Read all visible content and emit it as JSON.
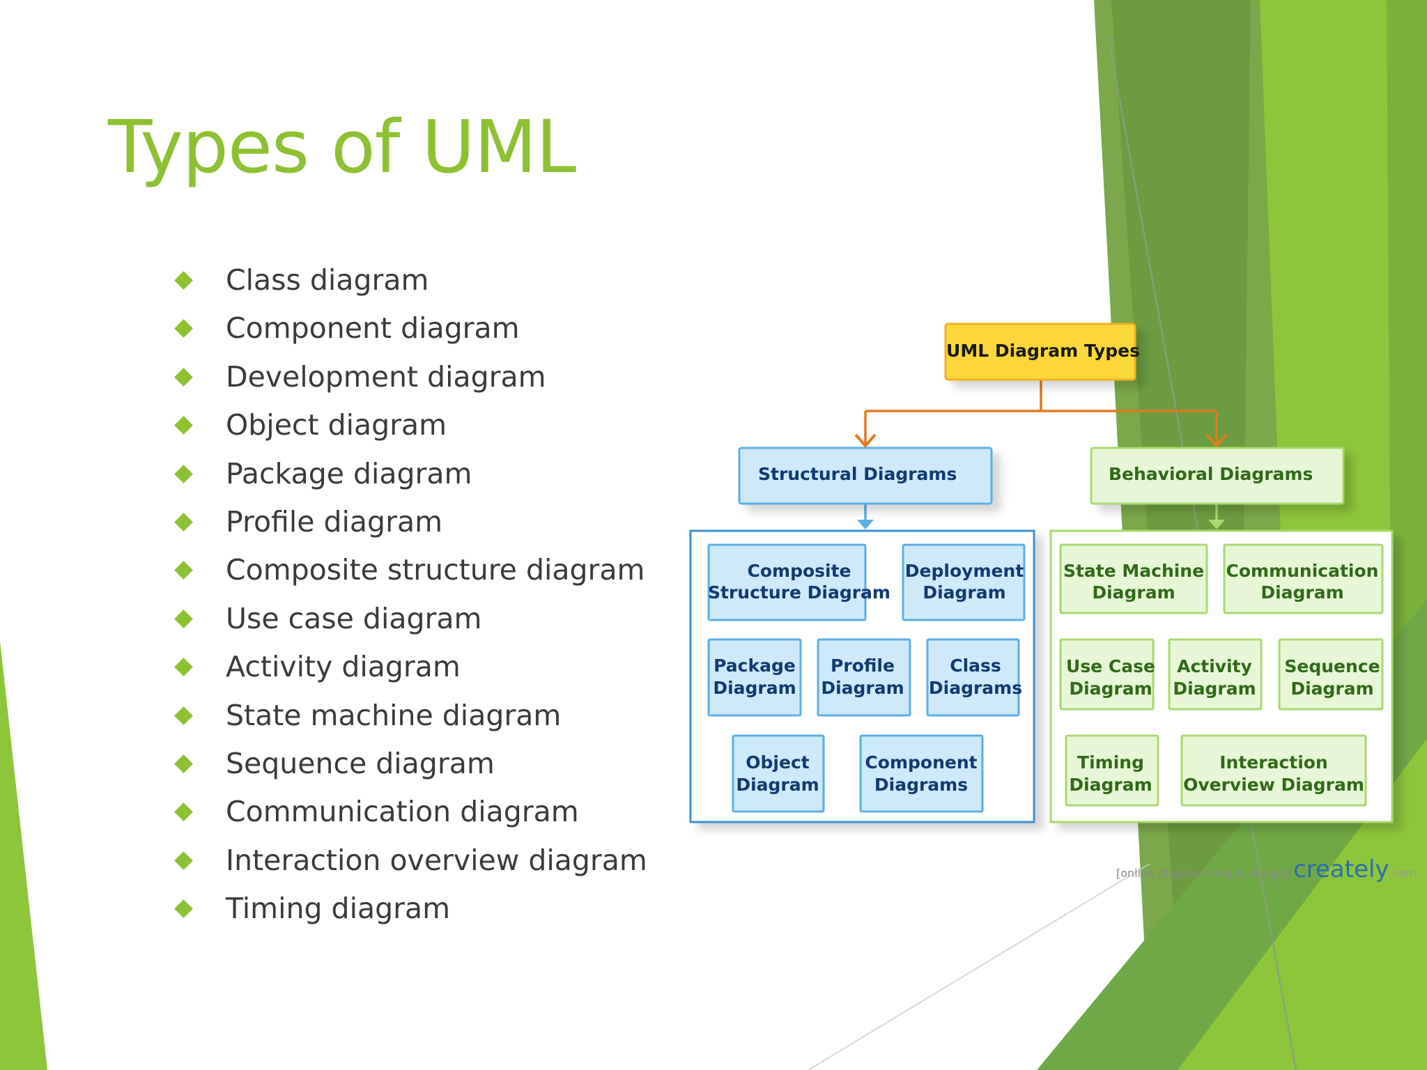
{
  "slide": {
    "title": "Types of UML",
    "bullets": [
      "Class diagram",
      "Component diagram",
      "Development diagram",
      "Object diagram",
      "Package diagram",
      "Profile diagram",
      "Composite structure diagram",
      "Use case diagram",
      "Activity diagram",
      "State machine diagram",
      "Sequence diagram",
      "Communication diagram",
      "Interaction overview diagram",
      "Timing diagram"
    ]
  },
  "diagram": {
    "root": "UML Diagram Types",
    "structural": {
      "title": "Structural Diagrams",
      "items": [
        [
          "Composite",
          "Structure Diagram"
        ],
        [
          "Deployment",
          "Diagram"
        ],
        [
          "Package",
          "Diagram"
        ],
        [
          "Profile",
          "Diagram"
        ],
        [
          "Class",
          "Diagrams"
        ],
        [
          "Object",
          "Diagram"
        ],
        [
          "Component",
          "Diagrams"
        ]
      ]
    },
    "behavioral": {
      "title": "Behavioral Diagrams",
      "items": [
        [
          "State Machine",
          "Diagram"
        ],
        [
          "Communication",
          "Diagram"
        ],
        [
          "Use Case",
          "Diagram"
        ],
        [
          "Activity",
          "Diagram"
        ],
        [
          "Sequence",
          "Diagram"
        ],
        [
          "Timing",
          "Diagram"
        ],
        [
          "Interaction",
          "Overview Diagram"
        ]
      ]
    },
    "watermark": {
      "small": "[online diagramming & design]",
      "brand": "creately",
      "suffix": ".com"
    }
  },
  "colors": {
    "accent": "#8dc132",
    "root_fill": "#fcd73a",
    "root_border": "#f2b01e",
    "connector": "#e07a1f",
    "structural_fill": "#cde9fa",
    "structural_border": "#5aafe6",
    "structural_text": "#103a70",
    "behavioral_fill": "#e7f7d6",
    "behavioral_border": "#a8d96e",
    "behavioral_text": "#2f6a16"
  }
}
